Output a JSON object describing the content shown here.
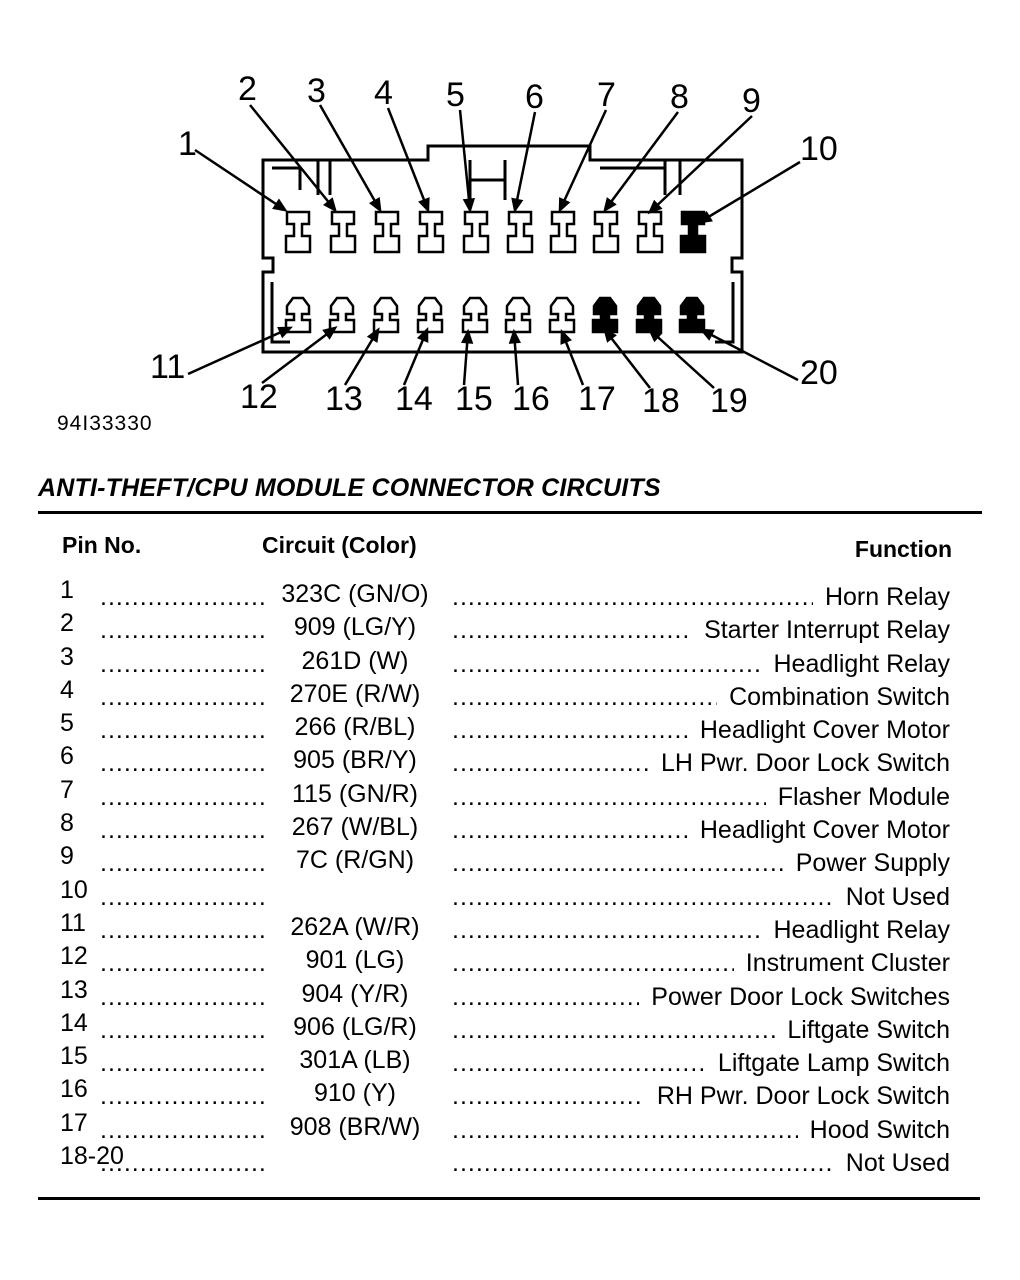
{
  "figure_id": "94I33330",
  "table_title": "ANTI-THEFT/CPU MODULE CONNECTOR CIRCUITS",
  "headers": {
    "pin": "Pin No.",
    "circuit": "Circuit (Color)",
    "function": "Function"
  },
  "connector": {
    "top_row_pins": [
      "1",
      "2",
      "3",
      "4",
      "5",
      "6",
      "7",
      "8",
      "9",
      "10"
    ],
    "bottom_row_pins": [
      "11",
      "12",
      "13",
      "14",
      "15",
      "16",
      "17",
      "18",
      "19",
      "20"
    ],
    "filled_pins": [
      "10",
      "18",
      "19",
      "20"
    ]
  },
  "rows": [
    {
      "pin": "1",
      "circuit": "323C (GN/O)",
      "function": "Horn Relay"
    },
    {
      "pin": "2",
      "circuit": "909 (LG/Y)",
      "function": "Starter Interrupt Relay"
    },
    {
      "pin": "3",
      "circuit": "261D (W)",
      "function": "Headlight Relay"
    },
    {
      "pin": "4",
      "circuit": "270E (R/W)",
      "function": "Combination Switch"
    },
    {
      "pin": "5",
      "circuit": "266 (R/BL)",
      "function": "Headlight Cover Motor"
    },
    {
      "pin": "6",
      "circuit": "905 (BR/Y)",
      "function": "LH Pwr. Door Lock Switch"
    },
    {
      "pin": "7",
      "circuit": "115 (GN/R)",
      "function": "Flasher Module"
    },
    {
      "pin": "8",
      "circuit": "267 (W/BL)",
      "function": "Headlight Cover Motor"
    },
    {
      "pin": "9",
      "circuit": "7C (R/GN)",
      "function": "Power Supply"
    },
    {
      "pin": "10",
      "circuit": "",
      "function": "Not Used"
    },
    {
      "pin": "11",
      "circuit": "262A (W/R)",
      "function": "Headlight Relay"
    },
    {
      "pin": "12",
      "circuit": "901 (LG)",
      "function": "Instrument Cluster"
    },
    {
      "pin": "13",
      "circuit": "904 (Y/R)",
      "function": "Power Door Lock Switches"
    },
    {
      "pin": "14",
      "circuit": "906 (LG/R)",
      "function": "Liftgate Switch"
    },
    {
      "pin": "15",
      "circuit": "301A (LB)",
      "function": "Liftgate Lamp Switch"
    },
    {
      "pin": "16",
      "circuit": "910 (Y)",
      "function": "RH Pwr. Door Lock Switch"
    },
    {
      "pin": "17",
      "circuit": "908 (BR/W)",
      "function": "Hood Switch"
    },
    {
      "pin": "18-20",
      "circuit": "",
      "function": "Not Used"
    }
  ]
}
